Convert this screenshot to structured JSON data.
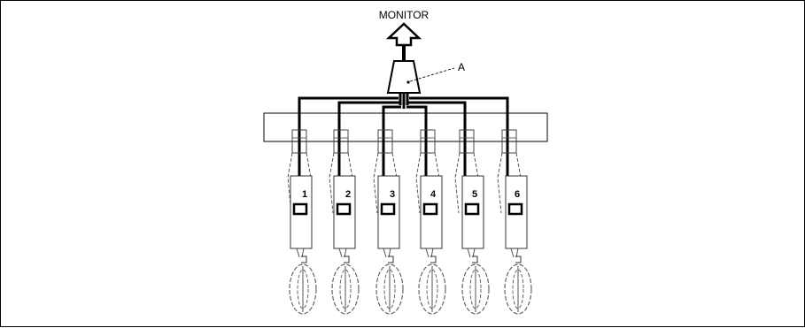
{
  "diagram": {
    "labels": {
      "monitor": "MONITOR",
      "module": "A"
    },
    "row_units": [
      "1",
      "2",
      "3",
      "4",
      "5",
      "6"
    ]
  }
}
